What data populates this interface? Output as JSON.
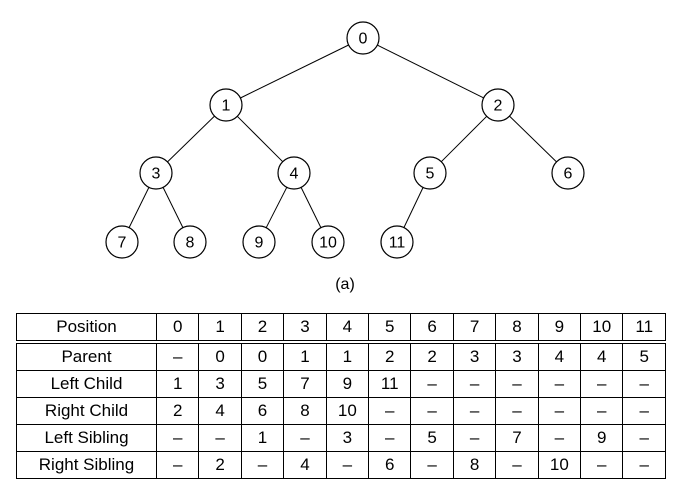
{
  "tree": {
    "nodes": [
      {
        "id": "0",
        "label": "0"
      },
      {
        "id": "1",
        "label": "1"
      },
      {
        "id": "2",
        "label": "2"
      },
      {
        "id": "3",
        "label": "3"
      },
      {
        "id": "4",
        "label": "4"
      },
      {
        "id": "5",
        "label": "5"
      },
      {
        "id": "6",
        "label": "6"
      },
      {
        "id": "7",
        "label": "7"
      },
      {
        "id": "8",
        "label": "8"
      },
      {
        "id": "9",
        "label": "9"
      },
      {
        "id": "10",
        "label": "10"
      },
      {
        "id": "11",
        "label": "11"
      }
    ],
    "edges": [
      [
        "0",
        "1"
      ],
      [
        "0",
        "2"
      ],
      [
        "1",
        "3"
      ],
      [
        "1",
        "4"
      ],
      [
        "2",
        "5"
      ],
      [
        "2",
        "6"
      ],
      [
        "3",
        "7"
      ],
      [
        "3",
        "8"
      ],
      [
        "4",
        "9"
      ],
      [
        "4",
        "10"
      ],
      [
        "5",
        "11"
      ]
    ],
    "caption": "(a)"
  },
  "table": {
    "header_label": "Position",
    "positions": [
      "0",
      "1",
      "2",
      "3",
      "4",
      "5",
      "6",
      "7",
      "8",
      "9",
      "10",
      "11"
    ],
    "rows": [
      {
        "label": "Parent",
        "values": [
          "–",
          "0",
          "0",
          "1",
          "1",
          "2",
          "2",
          "3",
          "3",
          "4",
          "4",
          "5"
        ]
      },
      {
        "label": "Left Child",
        "values": [
          "1",
          "3",
          "5",
          "7",
          "9",
          "11",
          "–",
          "–",
          "–",
          "–",
          "–",
          "–"
        ]
      },
      {
        "label": "Right Child",
        "values": [
          "2",
          "4",
          "6",
          "8",
          "10",
          "–",
          "–",
          "–",
          "–",
          "–",
          "–",
          "–"
        ]
      },
      {
        "label": "Left Sibling",
        "values": [
          "–",
          "–",
          "1",
          "–",
          "3",
          "–",
          "5",
          "–",
          "7",
          "–",
          "9",
          "–"
        ]
      },
      {
        "label": "Right Sibling",
        "values": [
          "–",
          "2",
          "–",
          "4",
          "–",
          "6",
          "–",
          "8",
          "–",
          "10",
          "–",
          "–"
        ]
      }
    ]
  }
}
